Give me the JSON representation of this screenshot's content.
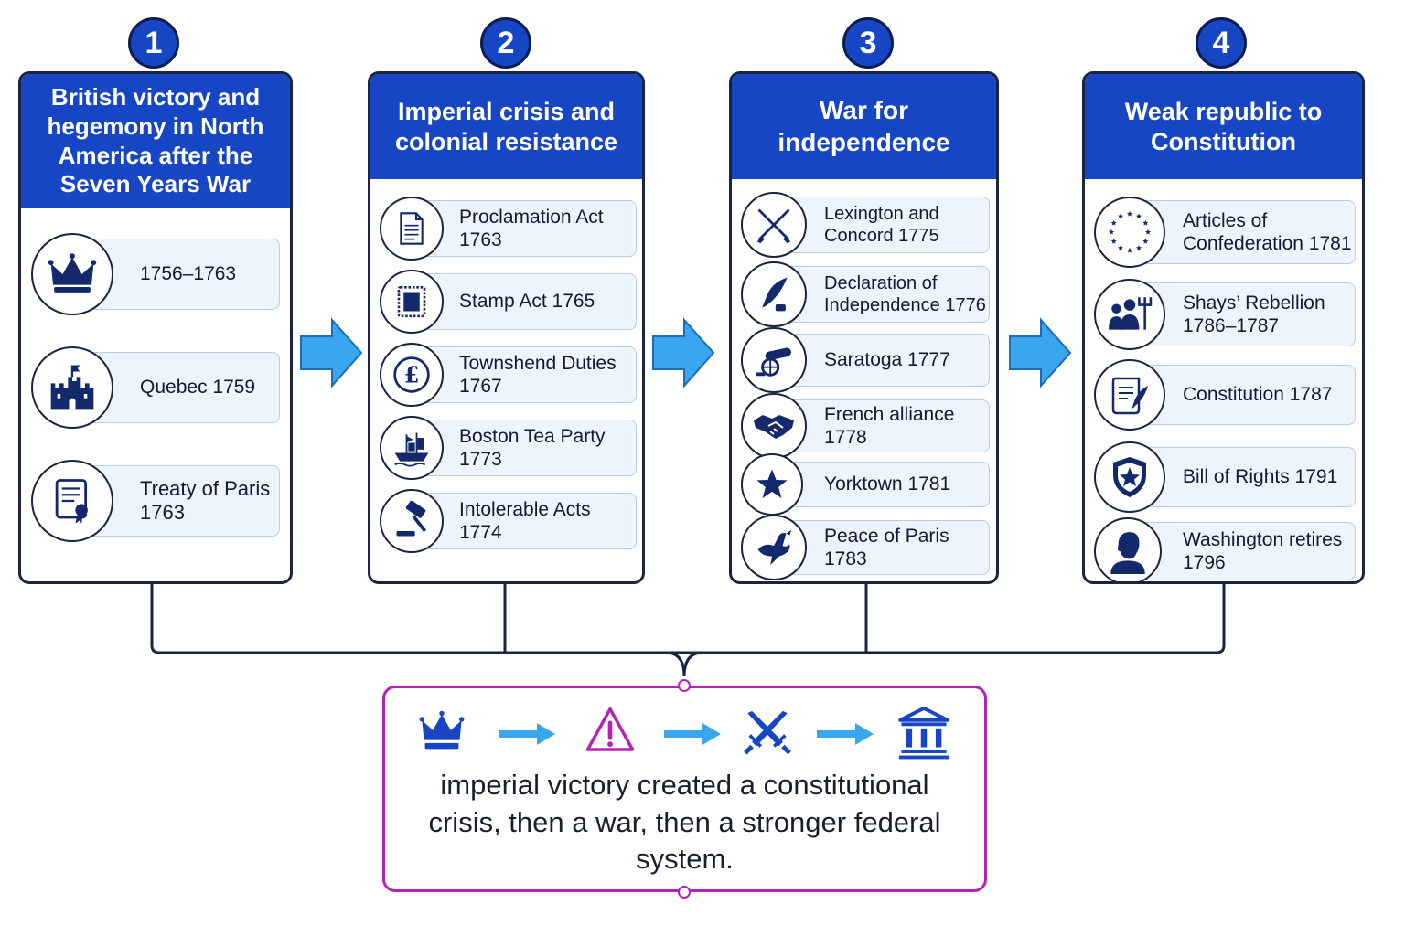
{
  "stages": [
    {
      "number": "1",
      "title": "British victory and hegemony in North America after the Seven Years War",
      "items": [
        {
          "label": "1756–1763",
          "icon": "crown-icon"
        },
        {
          "label": "Quebec 1759",
          "icon": "castle-icon"
        },
        {
          "label": "Treaty of Paris 1763",
          "icon": "treaty-document-icon"
        }
      ]
    },
    {
      "number": "2",
      "title": "Imperial crisis and colonial resistance",
      "items": [
        {
          "label": "Proclamation Act 1763",
          "icon": "document-icon"
        },
        {
          "label": "Stamp Act 1765",
          "icon": "stamp-icon"
        },
        {
          "label": "Townshend Duties 1767",
          "icon": "pound-coin-icon"
        },
        {
          "label": "Boston Tea Party 1773",
          "icon": "ship-icon"
        },
        {
          "label": "Intolerable Acts 1774",
          "icon": "gavel-icon"
        }
      ]
    },
    {
      "number": "3",
      "title": "War for independence",
      "items": [
        {
          "label": "Lexington and Concord 1775",
          "icon": "crossed-muskets-icon"
        },
        {
          "label": "Declaration of Independence 1776",
          "icon": "quill-icon"
        },
        {
          "label": "Saratoga 1777",
          "icon": "cannon-icon"
        },
        {
          "label": "French alliance 1778",
          "icon": "handshake-icon"
        },
        {
          "label": "Yorktown 1781",
          "icon": "star-icon"
        },
        {
          "label": "Peace of Paris 1783",
          "icon": "dove-icon"
        }
      ]
    },
    {
      "number": "4",
      "title": "Weak republic to Constitution",
      "items": [
        {
          "label": "Articles of Confederation 1781",
          "icon": "star-circle-icon"
        },
        {
          "label": "Shays’ Rebellion 1786–1787",
          "icon": "crowd-pitchfork-icon"
        },
        {
          "label": "Constitution 1787",
          "icon": "scroll-quill-icon"
        },
        {
          "label": "Bill of Rights 1791",
          "icon": "shield-star-icon"
        },
        {
          "label": "Washington retires 1796",
          "icon": "washington-bust-icon"
        }
      ]
    }
  ],
  "summary": {
    "icons": [
      "crown-icon",
      "warning-icon",
      "crossed-swords-icon",
      "columns-building-icon"
    ],
    "text": "imperial victory created a constitutional crisis, then a war, then a stronger federal system."
  },
  "colors": {
    "header_blue": "#1746c4",
    "navy": "#1a2340",
    "arrow_blue": "#3aa6ef",
    "summary_magenta": "#b622b6",
    "card_fill": "#eef4fc"
  }
}
